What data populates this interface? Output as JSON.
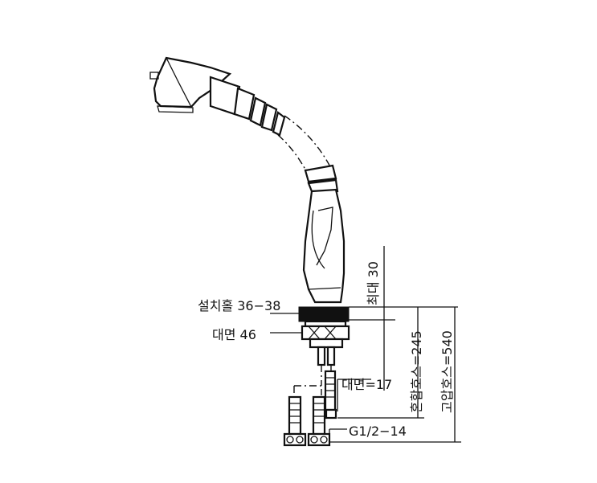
{
  "labels": {
    "mount_hole": "설치홀 36−38",
    "face_width_46": "대면 46",
    "face_width_17": "대면=17",
    "thread": "G1/2−14",
    "max_30": "최대 30",
    "mixed_hose": "혼합호스=245",
    "high_pressure_hose": "고압호스=540"
  }
}
